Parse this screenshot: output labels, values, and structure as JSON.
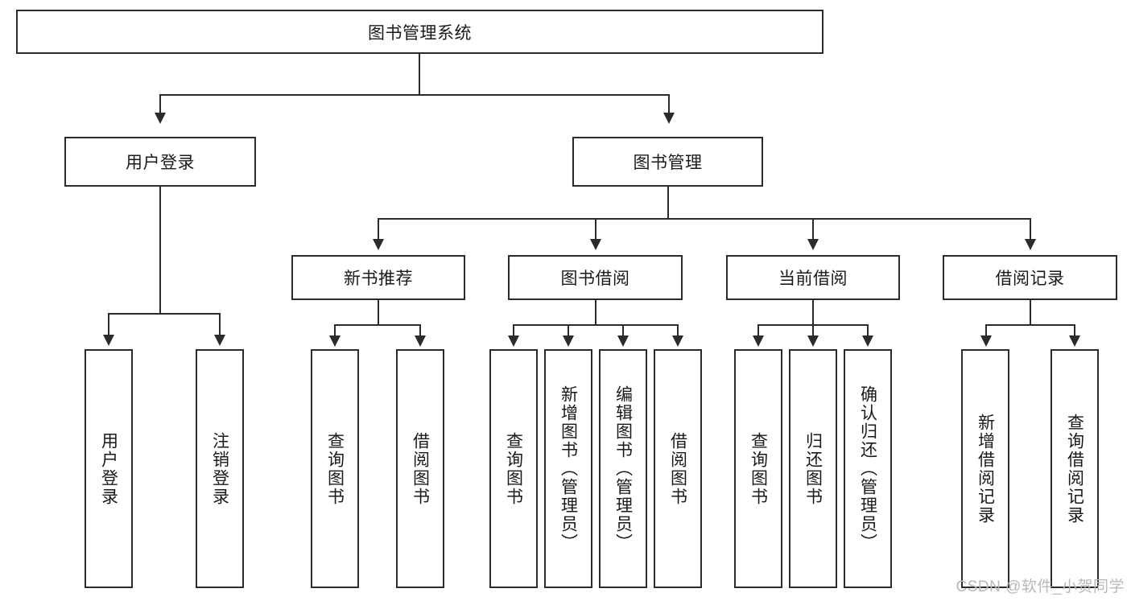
{
  "diagram": {
    "type": "tree",
    "title": "图书管理系统",
    "watermark": "CSDN @软件_小贺同学",
    "colors": {
      "stroke": "#2b2b2b",
      "fill": "#ffffff",
      "text": "#1a1a1a",
      "watermark": "#b9b9b9"
    },
    "nodes": {
      "root": {
        "label": "图书管理系统",
        "level": 1,
        "orientation": "horizontal"
      },
      "l2": [
        {
          "id": "user-login",
          "label": "用户登录",
          "level": 2,
          "orientation": "horizontal"
        },
        {
          "id": "book-management",
          "label": "图书管理",
          "level": 2,
          "orientation": "horizontal"
        }
      ],
      "l3": [
        {
          "id": "new-book-recommend",
          "label": "新书推荐",
          "level": 3,
          "orientation": "horizontal"
        },
        {
          "id": "book-borrow",
          "label": "图书借阅",
          "level": 3,
          "orientation": "horizontal"
        },
        {
          "id": "current-borrow",
          "label": "当前借阅",
          "level": 3,
          "orientation": "horizontal"
        },
        {
          "id": "borrow-record",
          "label": "借阅记录",
          "level": 3,
          "orientation": "horizontal"
        }
      ],
      "leaves": [
        {
          "id": "leaf-user-login",
          "label": "用户登录",
          "parent": "user-login",
          "orientation": "vertical"
        },
        {
          "id": "leaf-logout",
          "label": "注销登录",
          "parent": "user-login",
          "orientation": "vertical"
        },
        {
          "id": "leaf-query-book-1",
          "label": "查询图书",
          "parent": "new-book-recommend",
          "orientation": "vertical"
        },
        {
          "id": "leaf-borrow-book-1",
          "label": "借阅图书",
          "parent": "new-book-recommend",
          "orientation": "vertical"
        },
        {
          "id": "leaf-query-book-2",
          "label": "查询图书",
          "parent": "book-borrow",
          "orientation": "vertical"
        },
        {
          "id": "leaf-add-book",
          "label": "新增图书（管理员）",
          "parent": "book-borrow",
          "orientation": "vertical"
        },
        {
          "id": "leaf-edit-book",
          "label": "编辑图书（管理员）",
          "parent": "book-borrow",
          "orientation": "vertical"
        },
        {
          "id": "leaf-borrow-book-2",
          "label": "借阅图书",
          "parent": "book-borrow",
          "orientation": "vertical"
        },
        {
          "id": "leaf-query-book-3",
          "label": "查询图书",
          "parent": "current-borrow",
          "orientation": "vertical"
        },
        {
          "id": "leaf-return-book",
          "label": "归还图书",
          "parent": "current-borrow",
          "orientation": "vertical"
        },
        {
          "id": "leaf-confirm-return",
          "label": "确认归还（管理员）",
          "parent": "current-borrow",
          "orientation": "vertical"
        },
        {
          "id": "leaf-add-record",
          "label": "新增借阅记录",
          "parent": "borrow-record",
          "orientation": "vertical"
        },
        {
          "id": "leaf-query-record",
          "label": "查询借阅记录",
          "parent": "borrow-record",
          "orientation": "vertical"
        }
      ]
    }
  }
}
